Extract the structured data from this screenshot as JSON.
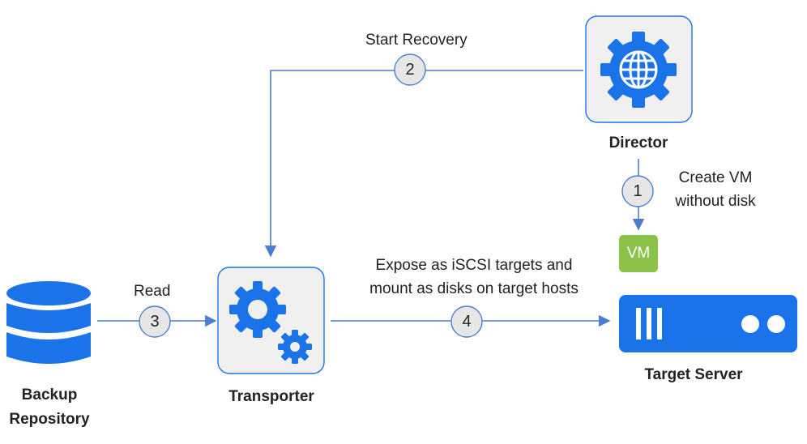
{
  "nodes": {
    "director": {
      "label": "Director",
      "icon": "globe-gear-icon"
    },
    "transporter": {
      "label": "Transporter",
      "icon": "gears-icon"
    },
    "backup_repository": {
      "label_line1": "Backup",
      "label_line2": "Repository",
      "icon": "database-icon"
    },
    "target_server": {
      "label": "Target Server",
      "icon": "server-icon"
    },
    "vm": {
      "label": "VM"
    }
  },
  "steps": [
    {
      "number": "1",
      "label_line1": "Create VM",
      "label_line2": "without disk"
    },
    {
      "number": "2",
      "label": "Start Recovery"
    },
    {
      "number": "3",
      "label": "Read"
    },
    {
      "number": "4",
      "label_line1": "Expose as iSCSI targets and",
      "label_line2": "mount as disks on target hosts"
    }
  ],
  "colors": {
    "primary_blue": "#1a73e8",
    "arrow_blue": "#4a7fd0",
    "vm_green": "#8bc34a",
    "node_box_bg": "#f0f0f0",
    "step_circle_bg": "#e6e6e6"
  }
}
